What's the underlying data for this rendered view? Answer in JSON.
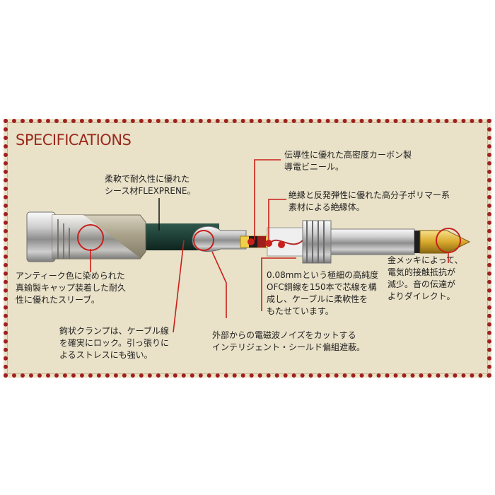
{
  "title": "SPECIFICATIONS",
  "colors": {
    "background_panel": "#e9e1c8",
    "border_dots": "#a0201d",
    "heading": "#9b2a1c",
    "callout_line": "#c8201a",
    "cable_jacket": "#1e4036",
    "gold_tip": "#d9a92c"
  },
  "callouts": {
    "conductive_vinyl": "伝導性に優れた高密度カーボン製\n導電ビニール。",
    "jacket_material": "柔軟で耐久性に優れた\nシース材FLEXPRENE。",
    "insulator": "絶縁と反発弾性に優れた高分子ポリマー系\n素材による絶縁体。",
    "sleeve": "アンティーク色に染められた\n真鍮製キャップ装着した耐久\n性に優れたスリーブ。",
    "gold_plating": "金メッキによって、\n電気的接触抵抗が\n減少。音の伝達が\nよりダイレクト。",
    "ofc_core": "0.08mmという極細の高純度\nOFC銅線を150本で芯線を構\n成し、ケーブルに柔軟性を\nもたせています。",
    "clamp": "鉤状クランプは、ケーブル線\nを確実にロック。引っ張りに\nよるストレスにも強い。",
    "shield": "外部からの電磁波ノイズをカットする\nインテリジェント・シールド偏組遮蔽。"
  }
}
